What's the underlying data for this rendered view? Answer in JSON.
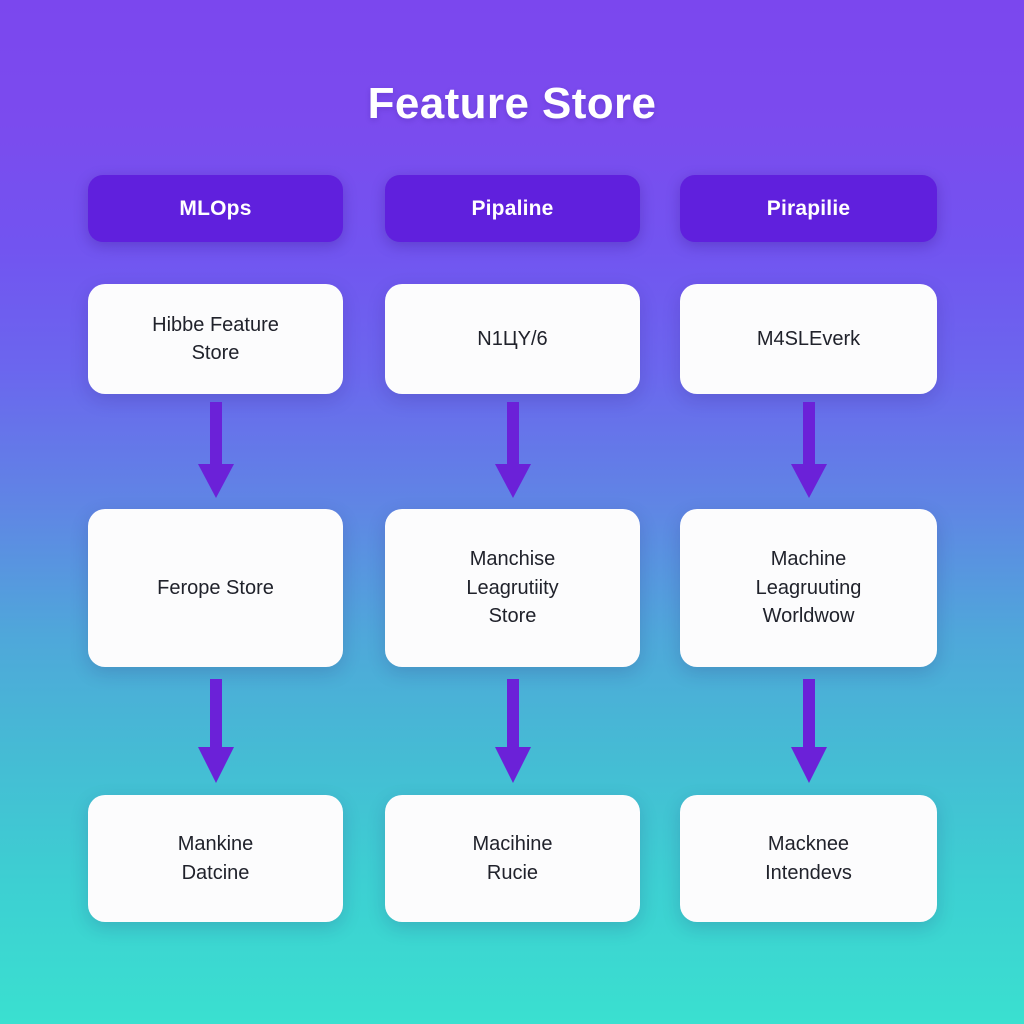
{
  "page": {
    "title": "Feature Store",
    "type": "flowchart-diagram"
  },
  "colors": {
    "gradient_top": "#7B4BEE",
    "gradient_mid": "#5F87E4",
    "gradient_bottom": "#3AE0D0",
    "pill_fill": "#6020DD",
    "card_fill": "#FCFCFD",
    "card_text": "#20222B",
    "arrow_fill": "#6B21D8"
  },
  "columns": [
    {
      "header": "MLOps",
      "cards": [
        {
          "lines": [
            "Hibbe Feature",
            "Store"
          ]
        },
        {
          "lines": [
            "Ferope Store"
          ]
        },
        {
          "lines": [
            "Mankine",
            "Datcine"
          ]
        }
      ],
      "arrows": [
        "down-arrow",
        "down-arrow"
      ]
    },
    {
      "header": "Pipaline",
      "cards": [
        {
          "lines": [
            "N1ЦY/6"
          ]
        },
        {
          "lines": [
            "Manchise",
            "Leagrutiity",
            "Store"
          ]
        },
        {
          "lines": [
            "Macihine",
            "Rucie"
          ]
        }
      ],
      "arrows": [
        "down-arrow",
        "down-arrow"
      ]
    },
    {
      "header": "Pirapilie",
      "cards": [
        {
          "lines": [
            "M4SLEverk"
          ]
        },
        {
          "lines": [
            "Machine",
            "Leagruuting",
            "Worldwow"
          ]
        },
        {
          "lines": [
            "Macknee",
            "Intendevs"
          ]
        }
      ],
      "arrows": [
        "down-arrow",
        "down-arrow"
      ]
    }
  ]
}
